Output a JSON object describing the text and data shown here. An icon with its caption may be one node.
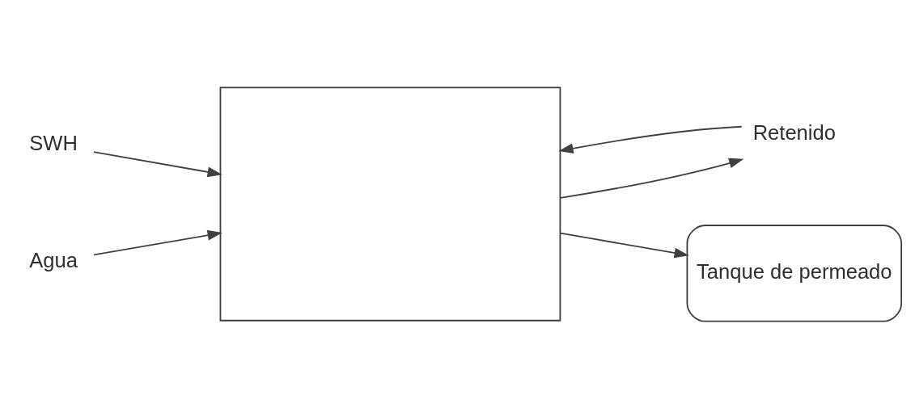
{
  "diagram": {
    "nodes": [
      {
        "text": [
          "SWH"
        ]
      },
      {
        "text": [
          "Agua"
        ]
      },
      {
        "text": [],
        "shape": "box"
      },
      {
        "text": [
          "Retenido"
        ]
      },
      {
        "text": [
          "Tanque de permeado"
        ]
      }
    ],
    "edges": [
      {
        "from": 0,
        "to": 2,
        "arrow": "to"
      },
      {
        "from": 1,
        "to": 2,
        "arrow": "to"
      },
      {
        "from": 2,
        "to": 3,
        "arrow": "to"
      },
      {
        "from": 3,
        "to": 2,
        "arrow": "to"
      },
      {
        "from": 2,
        "to": 4,
        "arrow": "to"
      }
    ]
  }
}
